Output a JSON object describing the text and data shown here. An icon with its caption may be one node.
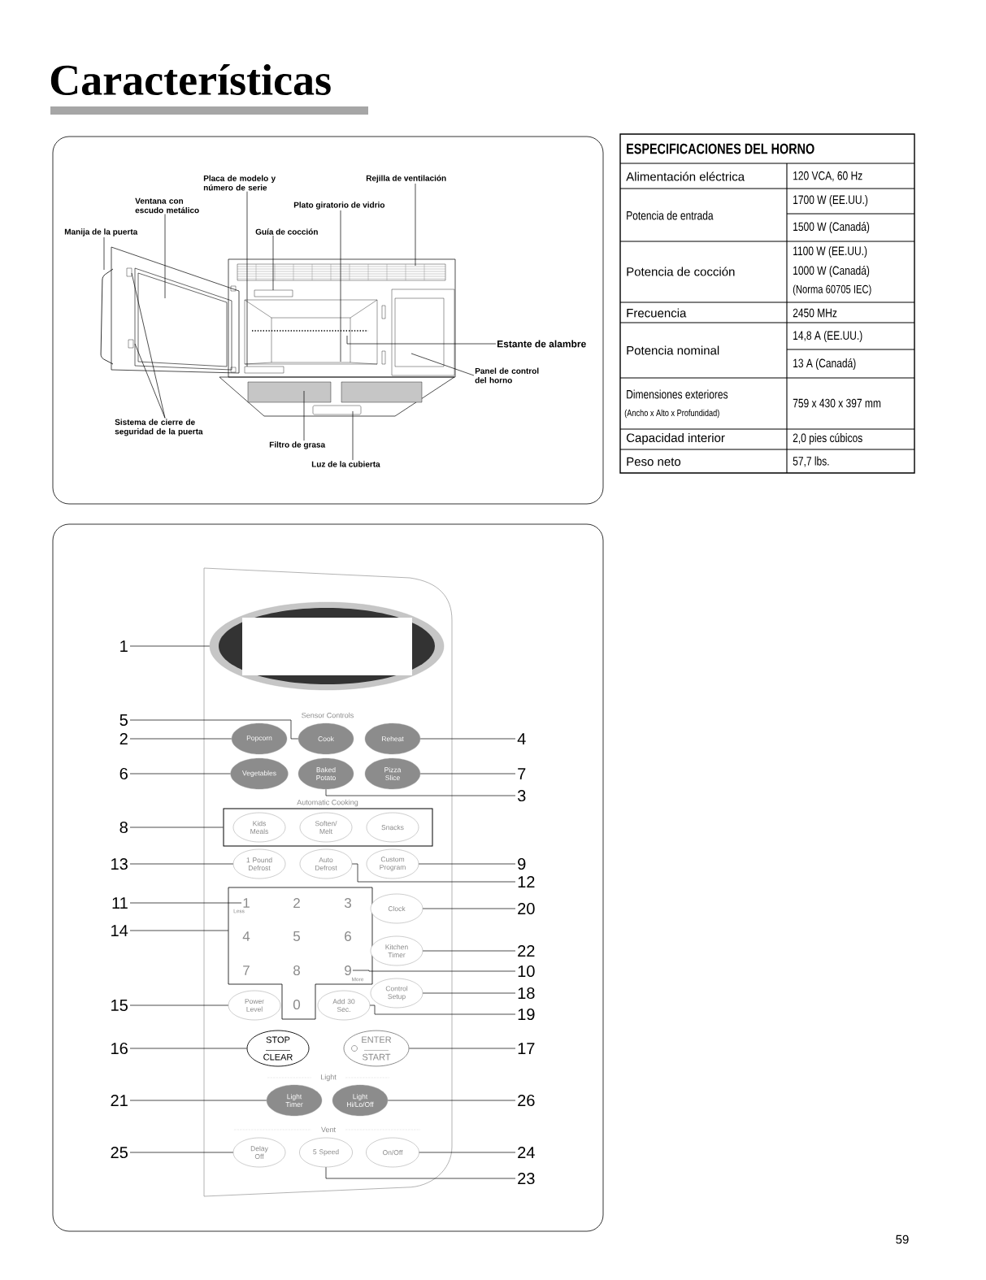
{
  "diagram": {
    "title": "Características",
    "nodes": [
      {
        "text": [
          "Manija de la puerta"
        ]
      },
      {
        "text": [
          "Ventana con escudo metálico"
        ]
      },
      {
        "text": [
          "Placa de modelo y número de serie"
        ]
      },
      {
        "text": [
          "Guía de cocción"
        ]
      },
      {
        "text": [
          "Plato giratorio de vidrio"
        ]
      },
      {
        "text": [
          "Rejilla de ventilación"
        ]
      },
      {
        "text": [
          "Estante de alambre"
        ]
      },
      {
        "text": [
          "Panel de control del horno"
        ]
      },
      {
        "text": [
          "Sistema de cierre de seguridad de la puerta"
        ]
      },
      {
        "text": [
          "Filtro de grasa"
        ]
      },
      {
        "text": [
          "Luz de la cubierta"
        ]
      },
      {
        "text": [],
        "shape": "ellipse"
      },
      {
        "text": [
          "Popcorn"
        ]
      },
      {
        "text": [
          "Cook"
        ]
      },
      {
        "text": [
          "Reheat"
        ]
      },
      {
        "text": [
          "Vegetables"
        ]
      },
      {
        "text": [
          "Baked Potato"
        ]
      },
      {
        "text": [
          "Pizza Slice"
        ]
      },
      {
        "text": [],
        "shape": "box"
      },
      {
        "text": [
          "Kids Meals"
        ],
        "in": 18
      },
      {
        "text": [
          "Soften/ Melt"
        ],
        "in": 18
      },
      {
        "text": [
          "Snacks"
        ],
        "in": 18
      },
      {
        "text": [
          "1 Pound Defrost"
        ]
      },
      {
        "text": [
          "Auto Defrost"
        ]
      },
      {
        "text": [
          "Custom Program"
        ]
      },
      {
        "text": [],
        "shape": "box"
      },
      {
        "text": [
          "1"
        ],
        "in": 25,
        "beside": [
          "Less"
        ]
      },
      {
        "text": [
          "2"
        ],
        "in": 25
      },
      {
        "text": [
          "3"
        ],
        "in": 25
      },
      {
        "text": [
          "4"
        ],
        "in": 25
      },
      {
        "text": [
          "5"
        ],
        "in": 25
      },
      {
        "text": [
          "6"
        ],
        "in": 25
      },
      {
        "text": [
          "7"
        ],
        "in": 25
      },
      {
        "text": [
          "8"
        ],
        "in": 25
      },
      {
        "text": [
          "9"
        ],
        "in": 25,
        "beside": [
          "More"
        ]
      },
      {
        "text": [
          "0"
        ],
        "in": 25
      },
      {
        "text": [
          "Clock"
        ]
      },
      {
        "text": [
          "Kitchen Timer"
        ]
      },
      {
        "text": [
          "Control Setup"
        ]
      },
      {
        "text": [
          "Power Level"
        ]
      },
      {
        "text": [
          "Add 30 Sec."
        ]
      },
      {
        "text": [
          "STOP",
          "CLEAR"
        ]
      },
      {
        "text": [
          "ENTER",
          "START"
        ]
      },
      {
        "text": [
          "Light Timer"
        ]
      },
      {
        "text": [
          "Light Hi/Lo/Off"
        ]
      },
      {
        "text": [
          "Delay Off"
        ]
      },
      {
        "text": [
          "5 Speed"
        ]
      },
      {
        "text": [
          "On/Off"
        ]
      },
      {
        "text": [
          "1"
        ]
      },
      {
        "text": [
          "5"
        ]
      },
      {
        "text": [
          "2"
        ]
      },
      {
        "text": [
          "4"
        ]
      },
      {
        "text": [
          "6"
        ]
      },
      {
        "text": [
          "7"
        ]
      },
      {
        "text": [
          "3"
        ]
      },
      {
        "text": [
          "8"
        ]
      },
      {
        "text": [
          "13"
        ]
      },
      {
        "text": [
          "9"
        ]
      },
      {
        "text": [
          "12"
        ]
      },
      {
        "text": [
          "11"
        ]
      },
      {
        "text": [
          "20"
        ]
      },
      {
        "text": [
          "14"
        ]
      },
      {
        "text": [
          "22"
        ]
      },
      {
        "text": [
          "10"
        ]
      },
      {
        "text": [
          "18"
        ]
      },
      {
        "text": [
          "15"
        ]
      },
      {
        "text": [
          "19"
        ]
      },
      {
        "text": [
          "16"
        ]
      },
      {
        "text": [
          "17"
        ]
      },
      {
        "text": [
          "21"
        ]
      },
      {
        "text": [
          "26"
        ]
      },
      {
        "text": [
          "25"
        ]
      },
      {
        "text": [
          "24"
        ]
      },
      {
        "text": [
          "23"
        ]
      },
      {
        "text": [],
        "shape": "picture"
      }
    ],
    "edges": [
      {
        "from": 0,
        "to": 74,
        "arrow": "none"
      },
      {
        "from": 1,
        "to": 74,
        "arrow": "none"
      },
      {
        "from": 2,
        "to": 74,
        "arrow": "none"
      },
      {
        "from": 3,
        "to": 74,
        "arrow": "none"
      },
      {
        "from": 4,
        "to": 74,
        "arrow": "none"
      },
      {
        "from": 5,
        "to": 74,
        "arrow": "none"
      },
      {
        "from": 6,
        "to": 74,
        "arrow": "none"
      },
      {
        "from": 7,
        "to": 74,
        "arrow": "none"
      },
      {
        "from": 8,
        "to": 74,
        "arrow": "none"
      },
      {
        "from": 8,
        "to": 74,
        "arrow": "none"
      },
      {
        "from": 9,
        "to": 74,
        "arrow": "none"
      },
      {
        "from": 10,
        "to": 74,
        "arrow": "none"
      },
      {
        "from": 48,
        "to": 11,
        "arrow": "none"
      },
      {
        "from": 49,
        "to": 13,
        "arrow": "none"
      },
      {
        "from": 50,
        "to": 12,
        "arrow": "none"
      },
      {
        "from": 51,
        "to": 14,
        "arrow": "none"
      },
      {
        "from": 52,
        "to": 15,
        "arrow": "none"
      },
      {
        "from": 53,
        "to": 17,
        "arrow": "none"
      },
      {
        "from": 54,
        "to": 16,
        "arrow": "none"
      },
      {
        "from": 55,
        "to": 18,
        "arrow": "none"
      },
      {
        "from": 56,
        "to": 22,
        "arrow": "none"
      },
      {
        "from": 57,
        "to": 24,
        "arrow": "none"
      },
      {
        "from": 58,
        "to": 23,
        "arrow": "none"
      },
      {
        "from": 59,
        "to": 26,
        "arrow": "none"
      },
      {
        "from": 60,
        "to": 36,
        "arrow": "none"
      },
      {
        "from": 61,
        "to": 25,
        "arrow": "none"
      },
      {
        "from": 62,
        "to": 37,
        "arrow": "none"
      },
      {
        "from": 63,
        "to": 34,
        "arrow": "none"
      },
      {
        "from": 64,
        "to": 38,
        "arrow": "none"
      },
      {
        "from": 65,
        "to": 39,
        "arrow": "none"
      },
      {
        "from": 66,
        "to": 40,
        "arrow": "none"
      },
      {
        "from": 67,
        "to": 41,
        "arrow": "none"
      },
      {
        "from": 68,
        "to": 42,
        "arrow": "none"
      },
      {
        "from": 69,
        "to": 43,
        "arrow": "none"
      },
      {
        "from": 70,
        "to": 44,
        "arrow": "none"
      },
      {
        "from": 71,
        "to": 45,
        "arrow": "none"
      },
      {
        "from": 72,
        "to": 47,
        "arrow": "none"
      },
      {
        "from": 73,
        "to": 46,
        "arrow": "none"
      }
    ],
    "labels": [
      "ESPECIFICACIONES DEL HORNO",
      "Alimentación eléctrica",
      "120 VCA, 60 Hz",
      "Potencia de entrada",
      "1700 W (EE.UU.)",
      "1500 W (Canadá)",
      "Potencia de cocción",
      "1100 W (EE.UU.)",
      "1000 W (Canadá)",
      "(Norma 60705 IEC)",
      "Frecuencia",
      "2450 MHz",
      "Potencia nominal",
      "14,8 A (EE.UU.)",
      "13 A (Canadá)",
      "Dimensiones exteriores",
      "(Ancho x Alto x Profundidad)",
      "759 x 430 x 397 mm",
      "Capacidad interior",
      "2,0 pies cúbicos",
      "Peso neto",
      "57,7 lbs.",
      "Sensor Controls",
      "Automatic Cooking",
      "Light",
      "Vent",
      "59"
    ]
  }
}
